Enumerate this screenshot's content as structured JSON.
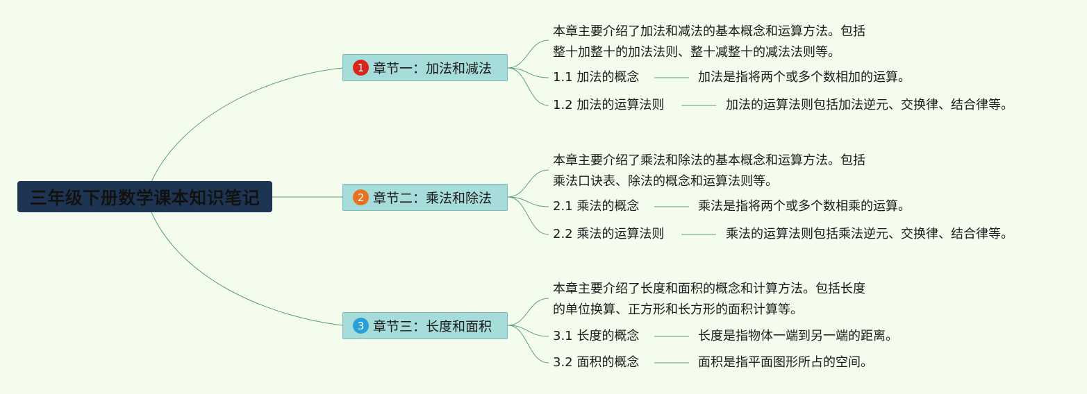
{
  "root": {
    "title": "三年级下册数学课本知识笔记"
  },
  "colors": {
    "background": "#f4fcee",
    "root_fill": "#1d3452",
    "chapter_fill": "#a6dcd9",
    "line": "#5a9e7c"
  },
  "chapters": [
    {
      "number": "1",
      "number_color": "#d8261d",
      "title": "章节一：加法和减法",
      "summary": [
        "本章主要介绍了加法和减法的基本概念和运算方法。包括",
        "整十加整十的加法法则、整十减整十的减法法则等。"
      ],
      "items": [
        {
          "label": "1.1 加法的概念",
          "detail": "加法是指将两个或多个数相加的运算。"
        },
        {
          "label": "1.2 加法的运算法则",
          "detail": "加法的运算法则包括加法逆元、交换律、结合律等。"
        }
      ]
    },
    {
      "number": "2",
      "number_color": "#e8701e",
      "title": "章节二：乘法和除法",
      "summary": [
        "本章主要介绍了乘法和除法的基本概念和运算方法。包括",
        "乘法口诀表、除法的概念和运算法则等。"
      ],
      "items": [
        {
          "label": "2.1 乘法的概念",
          "detail": "乘法是指将两个或多个数相乘的运算。"
        },
        {
          "label": "2.2 乘法的运算法则",
          "detail": "乘法的运算法则包括乘法逆元、交换律、结合律等。"
        }
      ]
    },
    {
      "number": "3",
      "number_color": "#2a9fd8",
      "title": "章节三：长度和面积",
      "summary": [
        "本章主要介绍了长度和面积的概念和计算方法。包括长度",
        "的单位换算、正方形和长方形的面积计算等。"
      ],
      "items": [
        {
          "label": "3.1 长度的概念",
          "detail": "长度是指物体一端到另一端的距离。"
        },
        {
          "label": "3.2 面积的概念",
          "detail": "面积是指平面图形所占的空间。"
        }
      ]
    }
  ]
}
